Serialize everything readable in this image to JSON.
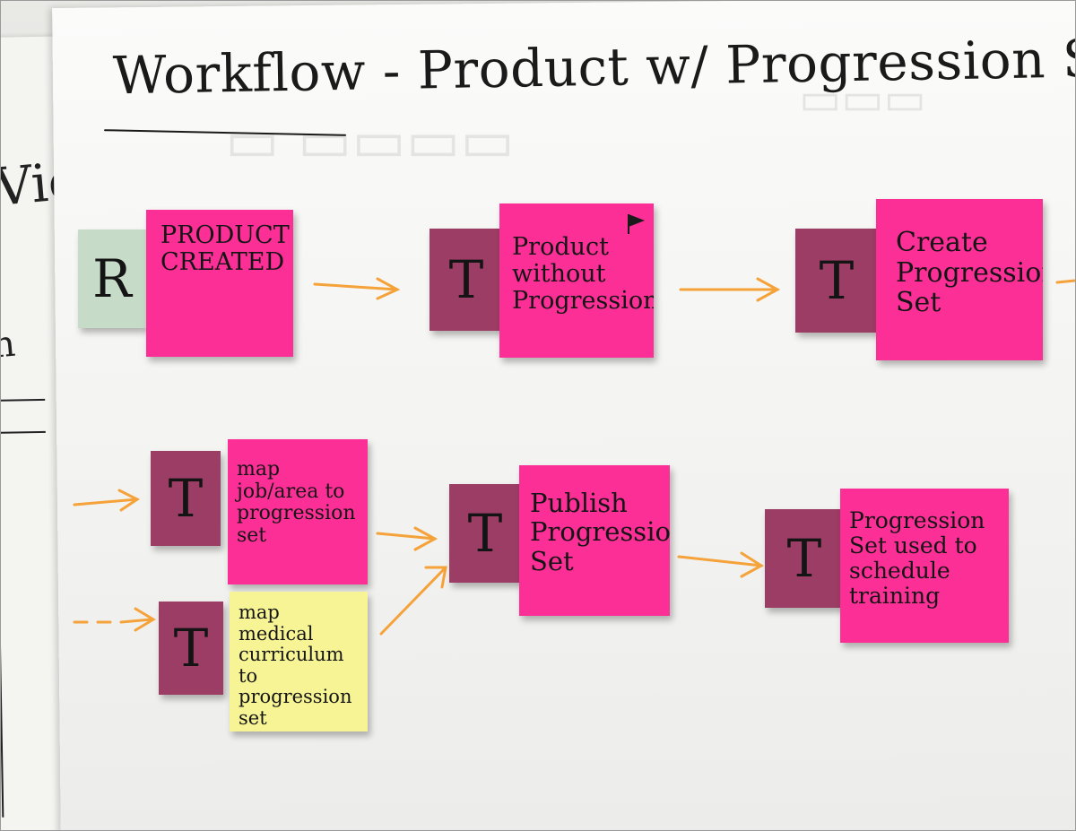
{
  "title": "Workflow - Product w/ Progression Se",
  "notes": {
    "r1": {
      "letter": "R",
      "text": "PRODUCT CREATED"
    },
    "r2": {
      "letter": "T",
      "text": "Product without Progression"
    },
    "r3": {
      "letter": "T",
      "text": "Create Progression Set"
    },
    "r4": {
      "letter": "T",
      "text": "map job/area to progression set"
    },
    "r5": {
      "letter": "T",
      "text": "map medical curriculum to progression set"
    },
    "r6": {
      "letter": "T",
      "text": "Publish Progression Set"
    },
    "r7": {
      "letter": "T",
      "text": "Progression Set used to schedule training"
    }
  },
  "colors": {
    "pink": "#fb2f96",
    "maroon": "#9c3d66",
    "green": "#c6dcc8",
    "yellow": "#f7f495",
    "arrow": "#f5a23a",
    "ink": "#1a1a1a"
  },
  "icons": [
    "flag-icon",
    "arrow-icon"
  ]
}
